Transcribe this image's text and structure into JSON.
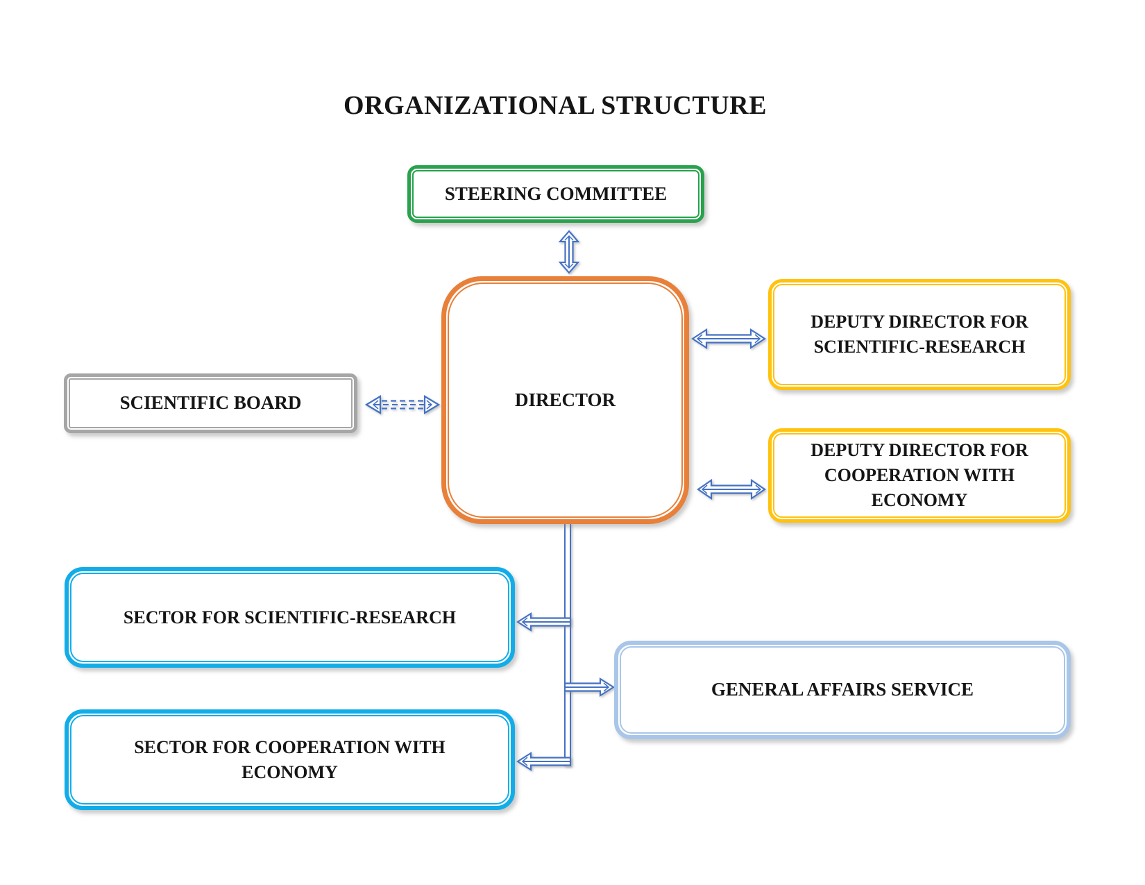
{
  "title": "ORGANIZATIONAL STRUCTURE",
  "nodes": {
    "steering_committee": {
      "label": "STEERING COMMITTEE"
    },
    "director": {
      "label": "DIRECTOR"
    },
    "scientific_board": {
      "label": "SCIENTIFIC BOARD"
    },
    "deputy_director_research": {
      "label": "DEPUTY DIRECTOR FOR SCIENTIFIC-RESEARCH"
    },
    "deputy_director_economy": {
      "label": "DEPUTY DIRECTOR FOR COOPERATION WITH ECONOMY"
    },
    "sector_research": {
      "label": "SECTOR FOR SCIENTIFIC-RESEARCH"
    },
    "sector_economy": {
      "label": "SECTOR FOR COOPERATION WITH ECONOMY"
    },
    "general_affairs": {
      "label": "GENERAL AFFAIRS SERVICE"
    }
  },
  "connections": [
    {
      "from": "steering_committee",
      "to": "director",
      "style": "double-headed-arrow"
    },
    {
      "from": "scientific_board",
      "to": "director",
      "style": "double-headed-arrow-dashed"
    },
    {
      "from": "director",
      "to": "deputy_director_research",
      "style": "double-headed-arrow"
    },
    {
      "from": "director",
      "to": "deputy_director_economy",
      "style": "double-headed-arrow"
    },
    {
      "from": "director",
      "to": "sector_research",
      "style": "arrow"
    },
    {
      "from": "director",
      "to": "general_affairs",
      "style": "arrow"
    },
    {
      "from": "director",
      "to": "sector_economy",
      "style": "arrow"
    }
  ],
  "colors": {
    "steering_border": "#28A24C",
    "director_border": "#E8803A",
    "scientific_board_border": "#A6A6A6",
    "deputy_border": "#FFC20E",
    "sector_border": "#12ADE8",
    "general_affairs_border": "#A9C6E8",
    "connector": "#4472C4",
    "text": "#151515"
  }
}
